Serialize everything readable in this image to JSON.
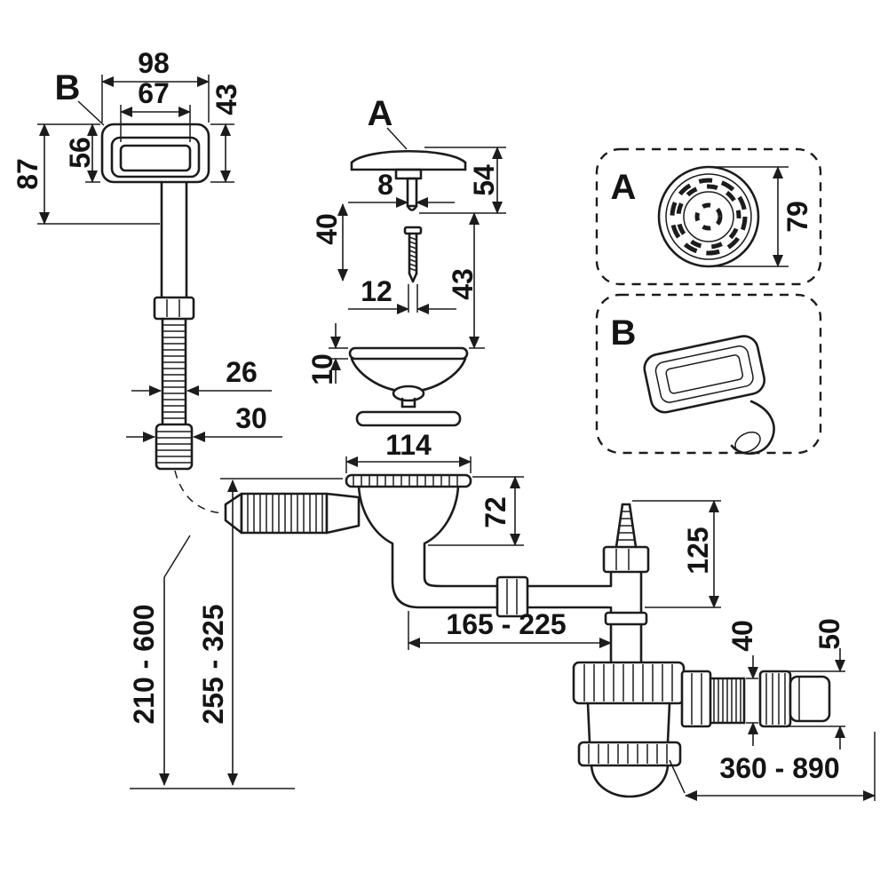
{
  "labels": {
    "overflow_part": "B",
    "drain_part": "A",
    "detail_a": "A",
    "detail_b": "B"
  },
  "dims": {
    "overflow_outer_width": "98",
    "overflow_inner_width": "67",
    "overflow_depth": "43",
    "overflow_face_height": "56",
    "overflow_total_height": "87",
    "hose_od": "26",
    "hose_end_od": "30",
    "pin_d": "8",
    "screw_assembly": "40",
    "cap_height": "54",
    "cap_to_basket": "43",
    "screw_d": "12",
    "basket_rim": "10",
    "flange_d": "114",
    "detail_a_d": "79",
    "body_height": "72",
    "branch_height": "125",
    "horizontal_reach": "165 - 225",
    "outlet_od": "40",
    "coupling_od": "50",
    "outlet_reach": "360 - 890",
    "hose_length": "210 - 600",
    "drain_height": "255 - 325"
  }
}
